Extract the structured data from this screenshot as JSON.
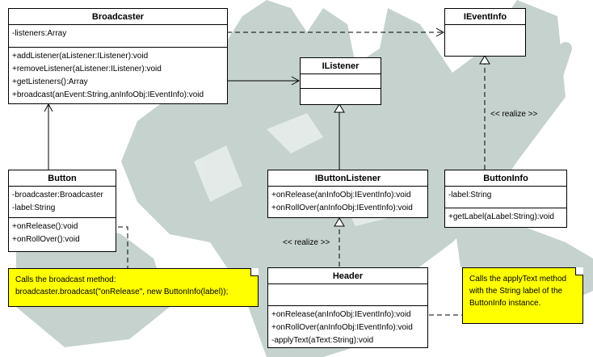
{
  "classes": {
    "broadcaster": {
      "name": "Broadcaster",
      "attributes": [
        "-listeners:Array"
      ],
      "methods": [
        "+addListener(aListener:IListener):void",
        "+removeListener(aListener:IListener):void",
        "+getListeners():Array",
        "+broadcast(anEvent:String,anInfoObj:IEventInfo):void"
      ]
    },
    "ieventinfo": {
      "name": "IEventInfo"
    },
    "ilistener": {
      "name": "IListener"
    },
    "button": {
      "name": "Button",
      "attributes": [
        "-broadcaster:Broadcaster",
        "-label:String"
      ],
      "methods": [
        "+onRelease():void",
        "+onRollOver():void"
      ]
    },
    "ibuttonlistener": {
      "name": "IButtonListener",
      "methods": [
        "+onRelease(anInfoObj:IEventInfo):void",
        "+onRollOver(anInfoObj:IEventInfo):void"
      ]
    },
    "buttoninfo": {
      "name": "ButtonInfo",
      "attributes": [
        "-label:String"
      ],
      "methods": [
        "+getLabel(aLabel:String):void"
      ]
    },
    "header": {
      "name": "Header",
      "methods": [
        "+onRelease(anInfoObj:IEventInfo):void",
        "+onRollOver(anInfoObj:IEventInfo):void",
        "-applyText(aText:String):void"
      ]
    }
  },
  "labels": {
    "realize_buttoninfo": "<< realize >>",
    "realize_header": "<< realize >>"
  },
  "notes": {
    "button_note": [
      "Calls the broadcast method:",
      "broadcaster.broadcast(\"onRelease\", new ButtonInfo(label));"
    ],
    "header_note": [
      "Calls the applyText method",
      "with the String label of the",
      "ButtonInfo instance."
    ]
  },
  "colors": {
    "note_fill": "#ffff00",
    "watermark": "#c5d2cd",
    "line": "#000000"
  }
}
